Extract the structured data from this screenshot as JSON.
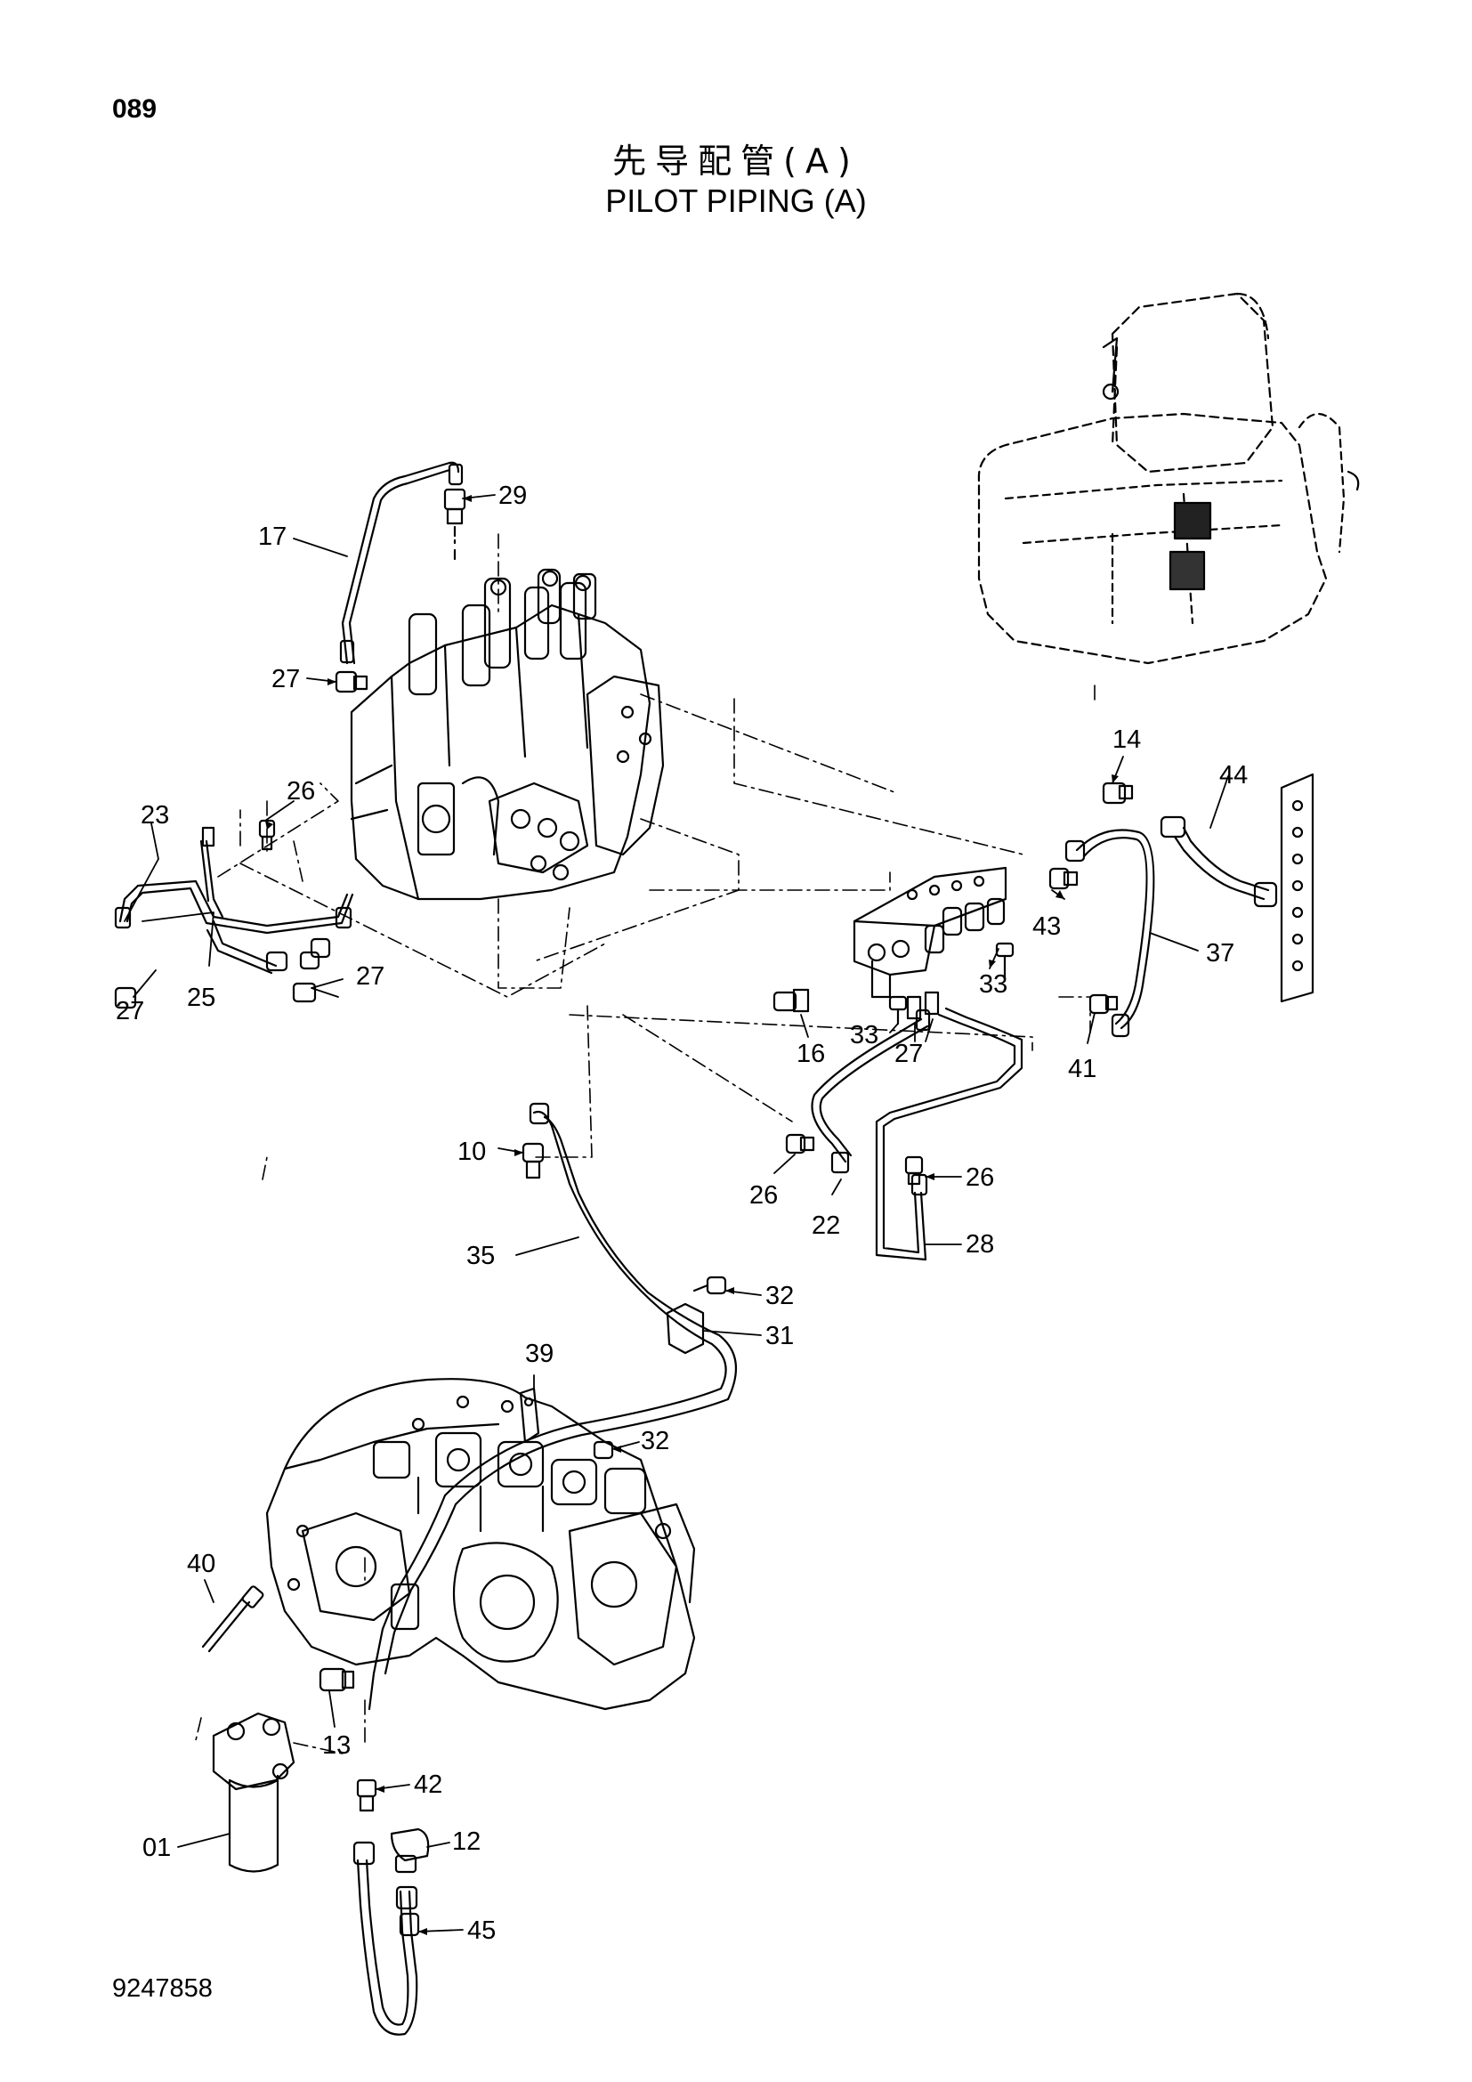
{
  "page_number": "089",
  "title_cn": "先导配管(A)",
  "title_en": "PILOT PIPING (A)",
  "drawing_number": "9247858",
  "callouts": [
    "29",
    "17",
    "27",
    "26",
    "23",
    "25",
    "27",
    "27",
    "14",
    "44",
    "43",
    "37",
    "33",
    "33",
    "16",
    "27",
    "41",
    "10",
    "26",
    "26",
    "22",
    "28",
    "35",
    "32",
    "31",
    "39",
    "32",
    "40",
    "13",
    "42",
    "01",
    "12",
    "45"
  ]
}
